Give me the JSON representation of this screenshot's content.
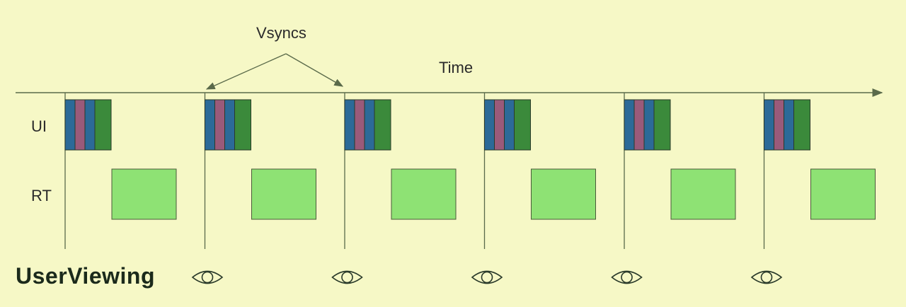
{
  "labels": {
    "vsyncs": "Vsyncs",
    "time": "Time",
    "ui_row": "UI",
    "rt_row": "RT",
    "user_viewing": "UserViewing"
  },
  "frames": 6,
  "eye_count": 5,
  "colors": {
    "background": "#f6f8c6",
    "line": "#5a6a4a",
    "ui_blue": "#2c6a98",
    "ui_mauve": "#9a5a7a",
    "ui_green": "#3b8a3b",
    "rt_fill": "#8ee274"
  },
  "icons": {
    "eye": "eye-icon",
    "arrow": "arrow-right-icon"
  }
}
